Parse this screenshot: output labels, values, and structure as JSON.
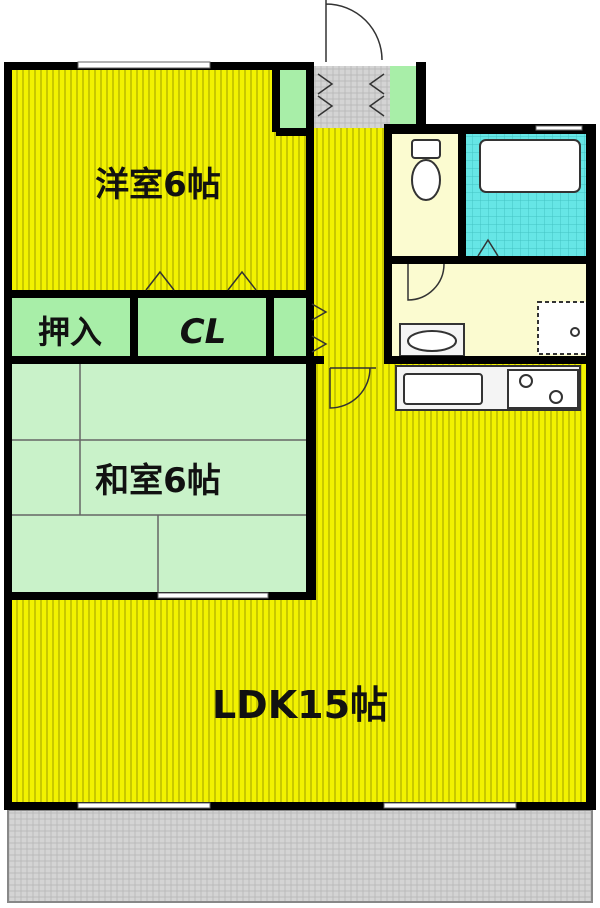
{
  "rooms": {
    "western_room": "洋室6帖",
    "oshiire": "押入",
    "closet": "CL",
    "japanese_room": "和室6帖",
    "ldk": "LDK15帖"
  },
  "colors": {
    "wall": "#000000",
    "yellow_floor": "#f2f200",
    "yellow_stripe": "#c8c800",
    "storage_green": "#a8eea8",
    "tatami_green": "#c9f2c9",
    "wet_area_cream": "#fbfbd0",
    "bath_cyan": "#66e6e6",
    "balcony_gray": "#d4d4d4",
    "fixture_fill": "#f4f4f4"
  }
}
